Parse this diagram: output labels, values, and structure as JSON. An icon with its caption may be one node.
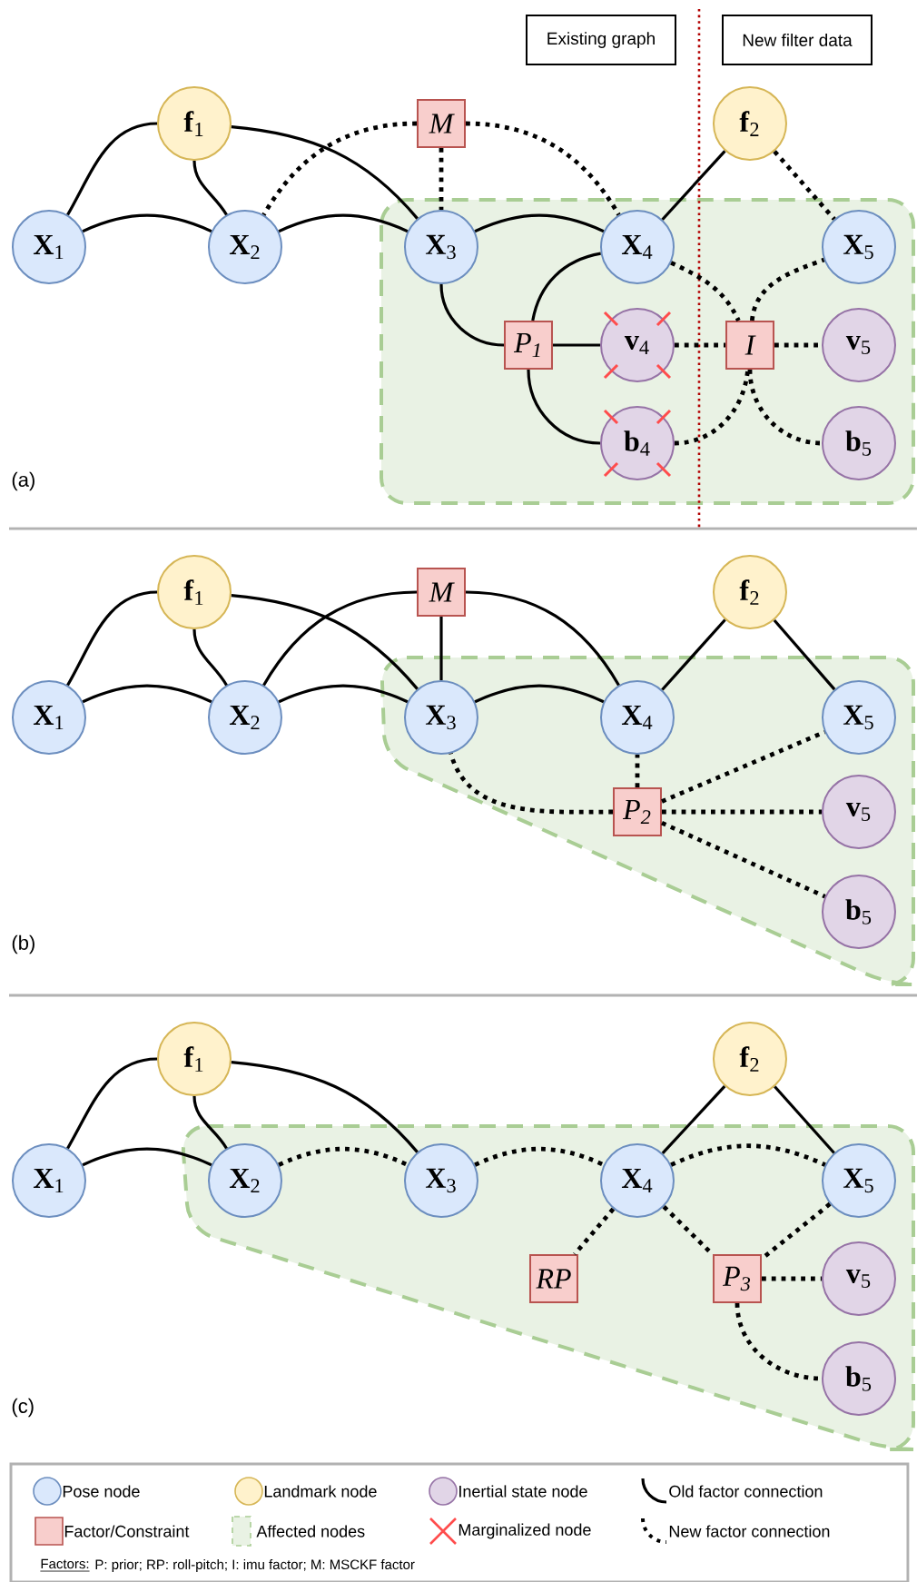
{
  "diagram": {
    "nodes": [
      {
        "text": [
          "Existing graph"
        ]
      },
      {
        "text": [
          "New filter data"
        ]
      },
      {
        "text": [
          "**f**$_{1}$"
        ]
      },
      {
        "text": [
          "M"
        ]
      },
      {
        "text": [
          "**f**$_{2}$"
        ]
      },
      {
        "text": [
          "**X**$_{1}$"
        ]
      },
      {
        "text": [
          "**X**$_{2}$"
        ]
      },
      {
        "text": [
          "**X**$_{3}$"
        ]
      },
      {
        "text": [
          "**X**$_{4}$"
        ]
      },
      {
        "text": [
          "**X**$_{5}$"
        ]
      },
      {
        "text": [
          "*P*$_{1}$"
        ]
      },
      {
        "text": [
          "**v**$_{4}$"
        ]
      },
      {
        "text": [
          "I"
        ]
      },
      {
        "text": [
          "**v**$_{5}$"
        ]
      },
      {
        "text": [
          "**b**$_{4}$"
        ]
      },
      {
        "text": [
          "**b**$_{5}$"
        ]
      },
      {
        "text": [
          "**f**$_{1}$"
        ]
      },
      {
        "text": [
          "M"
        ]
      },
      {
        "text": [
          "**f**$_{2}$"
        ]
      },
      {
        "text": [
          "**X**$_{1}$"
        ]
      },
      {
        "text": [
          "**X**$_{2}$"
        ]
      },
      {
        "text": [
          "**X**$_{3}$"
        ]
      },
      {
        "text": [
          "**X**$_{4}$"
        ]
      },
      {
        "text": [
          "**X**$_{5}$"
        ]
      },
      {
        "text": [
          "*P*$_{2}$"
        ]
      },
      {
        "text": [
          "**v**$_{5}$"
        ]
      },
      {
        "text": [
          "**b**$_{5}$"
        ]
      },
      {
        "text": [
          "**f**$_{1}$"
        ]
      },
      {
        "text": [
          "**f**$_{2}$"
        ]
      },
      {
        "text": [
          "**X**$_{1}$"
        ]
      },
      {
        "text": [
          "**X**$_{2}$"
        ]
      },
      {
        "text": [
          "**X**$_{3}$"
        ]
      },
      {
        "text": [
          "**X**$_{4}$"
        ]
      },
      {
        "text": [
          "**X**$_{5}$"
        ]
      },
      {
        "text": [
          "RP"
        ]
      },
      {
        "text": [
          "*P*$_{3}$"
        ]
      },
      {
        "text": [
          "**v**$_{5}$"
        ]
      },
      {
        "text": [
          "**b**$_{5}$"
        ]
      }
    ],
    "edges": [
      {
        "from": 2,
        "to": 5,
        "arrow": "none"
      },
      {
        "from": 2,
        "to": 6,
        "arrow": "none"
      },
      {
        "from": 2,
        "to": 7,
        "arrow": "none"
      },
      {
        "from": 5,
        "to": 6,
        "arrow": "none"
      },
      {
        "from": 6,
        "to": 7,
        "arrow": "none"
      },
      {
        "from": 7,
        "to": 8,
        "arrow": "none"
      },
      {
        "from": 7,
        "to": 10,
        "arrow": "none"
      },
      {
        "from": 8,
        "to": 10,
        "arrow": "none"
      },
      {
        "from": 10,
        "to": 11,
        "arrow": "none"
      },
      {
        "from": 10,
        "to": 14,
        "arrow": "none"
      },
      {
        "from": 4,
        "to": 8,
        "arrow": "none"
      },
      {
        "from": 3,
        "to": 6,
        "arrow": "none",
        "style": "dashed"
      },
      {
        "from": 3,
        "to": 7,
        "arrow": "none",
        "style": "dashed"
      },
      {
        "from": 3,
        "to": 8,
        "arrow": "none",
        "style": "dashed"
      },
      {
        "from": 4,
        "to": 9,
        "arrow": "none",
        "style": "dashed"
      },
      {
        "from": 8,
        "to": 12,
        "arrow": "none",
        "style": "dashed"
      },
      {
        "from": 11,
        "to": 12,
        "arrow": "none",
        "style": "dashed"
      },
      {
        "from": 14,
        "to": 12,
        "arrow": "none",
        "style": "dashed"
      },
      {
        "from": 12,
        "to": 9,
        "arrow": "none",
        "style": "dashed"
      },
      {
        "from": 12,
        "to": 13,
        "arrow": "none",
        "style": "dashed"
      },
      {
        "from": 12,
        "to": 15,
        "arrow": "none",
        "style": "dashed"
      },
      {
        "from": 16,
        "to": 19,
        "arrow": "none"
      },
      {
        "from": 16,
        "to": 20,
        "arrow": "none"
      },
      {
        "from": 16,
        "to": 21,
        "arrow": "none"
      },
      {
        "from": 19,
        "to": 20,
        "arrow": "none"
      },
      {
        "from": 20,
        "to": 21,
        "arrow": "none"
      },
      {
        "from": 21,
        "to": 22,
        "arrow": "none"
      },
      {
        "from": 17,
        "to": 20,
        "arrow": "none"
      },
      {
        "from": 17,
        "to": 21,
        "arrow": "none"
      },
      {
        "from": 17,
        "to": 22,
        "arrow": "none"
      },
      {
        "from": 18,
        "to": 22,
        "arrow": "none"
      },
      {
        "from": 18,
        "to": 23,
        "arrow": "none"
      },
      {
        "from": 24,
        "to": 21,
        "arrow": "none",
        "style": "dashed"
      },
      {
        "from": 24,
        "to": 22,
        "arrow": "none",
        "style": "dashed"
      },
      {
        "from": 24,
        "to": 23,
        "arrow": "none",
        "style": "dashed"
      },
      {
        "from": 24,
        "to": 25,
        "arrow": "none",
        "style": "dashed"
      },
      {
        "from": 24,
        "to": 26,
        "arrow": "none",
        "style": "dashed"
      },
      {
        "from": 27,
        "to": 29,
        "arrow": "none"
      },
      {
        "from": 27,
        "to": 30,
        "arrow": "none"
      },
      {
        "from": 27,
        "to": 31,
        "arrow": "none"
      },
      {
        "from": 29,
        "to": 30,
        "arrow": "none"
      },
      {
        "from": 28,
        "to": 32,
        "arrow": "none"
      },
      {
        "from": 28,
        "to": 33,
        "arrow": "none"
      },
      {
        "from": 30,
        "to": 31,
        "arrow": "none",
        "style": "dashed"
      },
      {
        "from": 31,
        "to": 32,
        "arrow": "none",
        "style": "dashed"
      },
      {
        "from": 32,
        "to": 33,
        "arrow": "none",
        "style": "dashed"
      },
      {
        "from": 32,
        "to": 34,
        "arrow": "none",
        "style": "dashed"
      },
      {
        "from": 32,
        "to": 35,
        "arrow": "none",
        "style": "dashed"
      },
      {
        "from": 33,
        "to": 35,
        "arrow": "none",
        "style": "dashed"
      },
      {
        "from": 35,
        "to": 36,
        "arrow": "none",
        "style": "dashed"
      },
      {
        "from": 35,
        "to": 37,
        "arrow": "none",
        "style": "dashed"
      }
    ],
    "labels": [
      "(a)",
      "(b)",
      "(c)",
      "Factors:",
      "P: prior; RP: roll-pitch; I: imu factor; M: MSCKF factor"
    ],
    "legend": [
      {
        "text": "Pose node"
      },
      {
        "text": "Landmark node"
      },
      {
        "text": "Inertial state node"
      },
      {
        "text": "Old factor connection"
      },
      {
        "text": "Factor/Constraint"
      },
      {
        "text": "Affected nodes"
      },
      {
        "text": "Marginalized node"
      },
      {
        "text": "New factor connection"
      }
    ]
  }
}
